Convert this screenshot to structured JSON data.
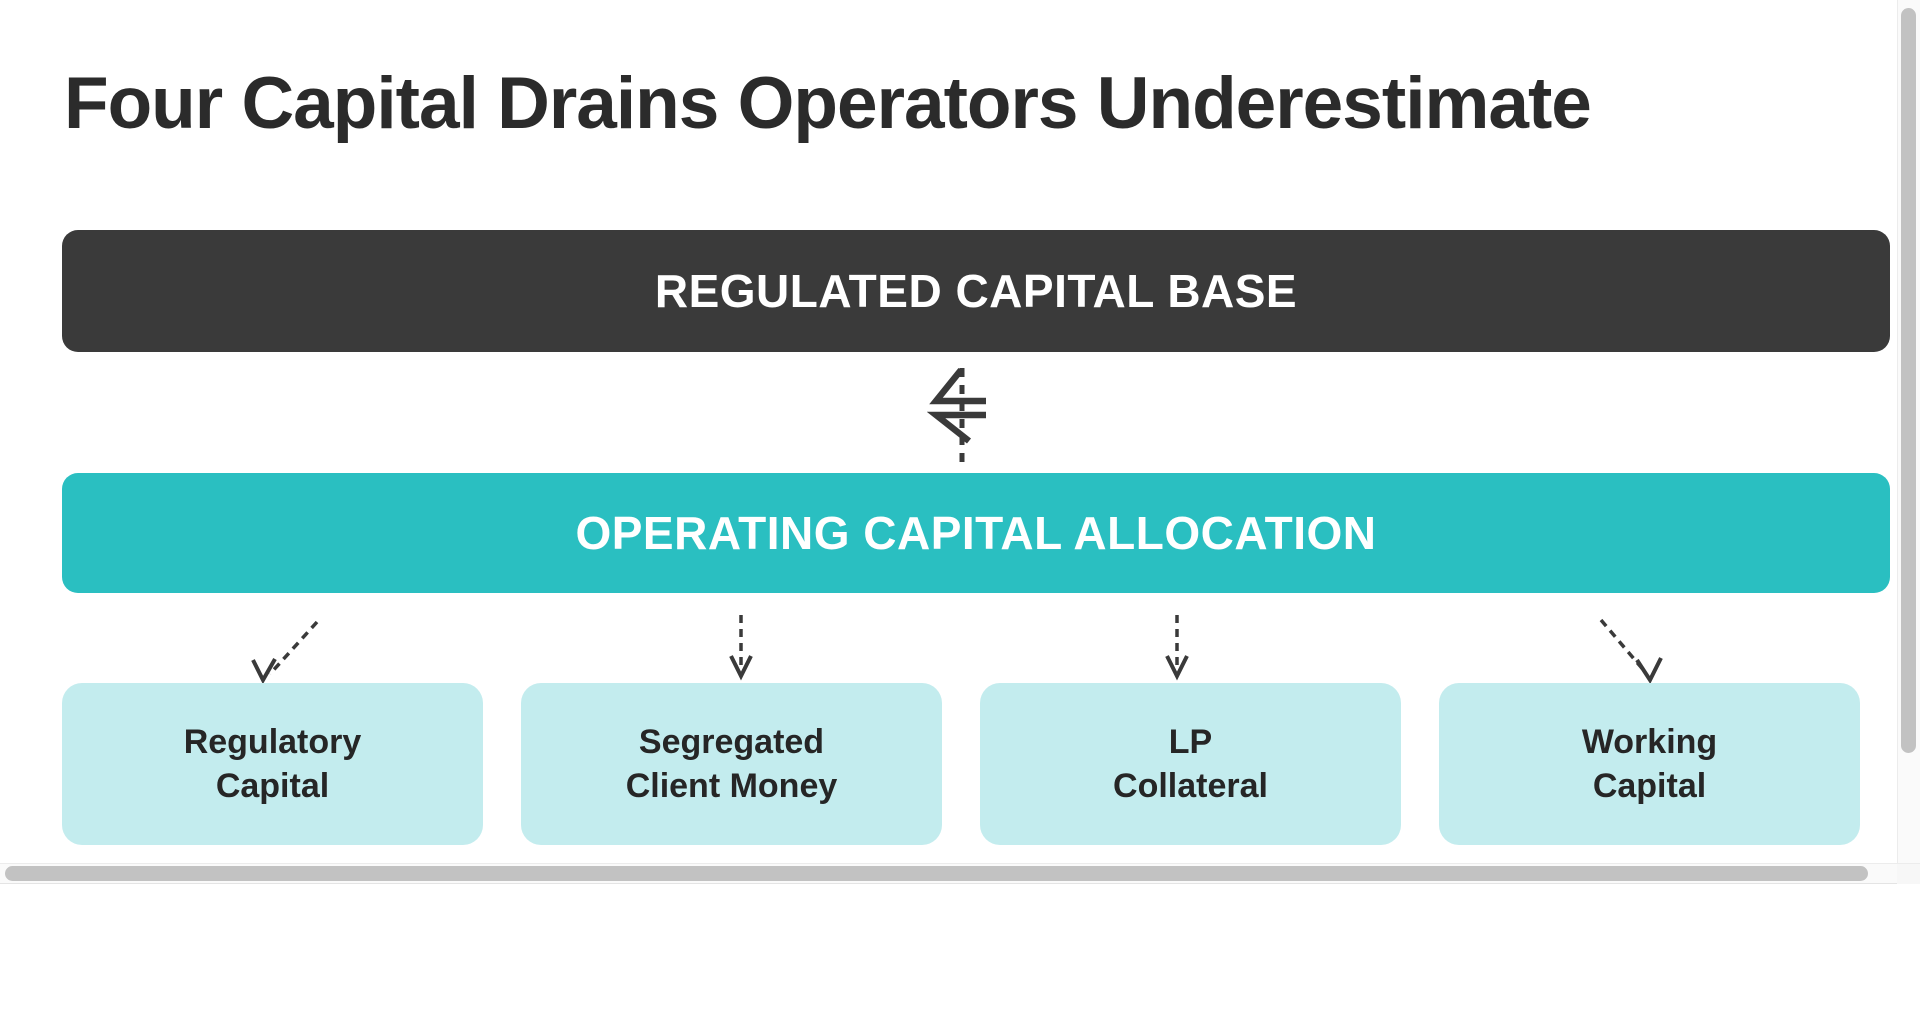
{
  "title": "Four Capital Drains Operators Underestimate",
  "bands": {
    "regulated": "REGULATED CAPITAL BASE",
    "operating": "OPERATING CAPITAL ALLOCATION"
  },
  "drains": [
    {
      "line1": "Regulatory",
      "line2": "Capital"
    },
    {
      "line1": "Segregated",
      "line2": "Client Money"
    },
    {
      "line1": "LP",
      "line2": "Collateral"
    },
    {
      "line1": "Working",
      "line2": "Capital"
    }
  ],
  "icons": {
    "exchange_arrow": "double-ended-dashed-arrow",
    "drain_arrow": "dashed-open-chevron-arrow"
  },
  "colors": {
    "title_text": "#2b2b2b",
    "regulated_band_bg": "#3a3a3a",
    "regulated_band_text": "#ffffff",
    "operating_band_bg": "#2abfc1",
    "operating_band_text": "#ffffff",
    "drain_box_bg": "#c3ecee",
    "drain_box_text": "#262626",
    "arrow_stroke": "#3a3a3a",
    "scrollbar_thumb": "#c2c2c2",
    "scrollbar_track": "#fafafa"
  }
}
